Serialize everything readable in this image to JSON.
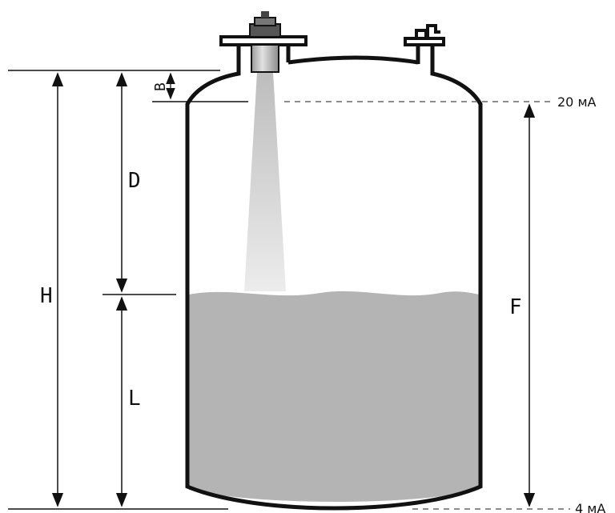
{
  "labels": {
    "h": "H",
    "d": "D",
    "b": "B",
    "l": "L",
    "f": "F"
  },
  "currents": {
    "top": "20 мА",
    "bottom": "4 мА"
  },
  "colors": {
    "outline": "#111111",
    "liquid": "#b4b4b4",
    "beam": "#cfcfcf",
    "sensor_body": "#c8c8c8",
    "dashed": "#666666"
  },
  "icons": {
    "sensor": "radar-level-sensor-icon",
    "nozzle": "flange-nozzle-icon"
  }
}
